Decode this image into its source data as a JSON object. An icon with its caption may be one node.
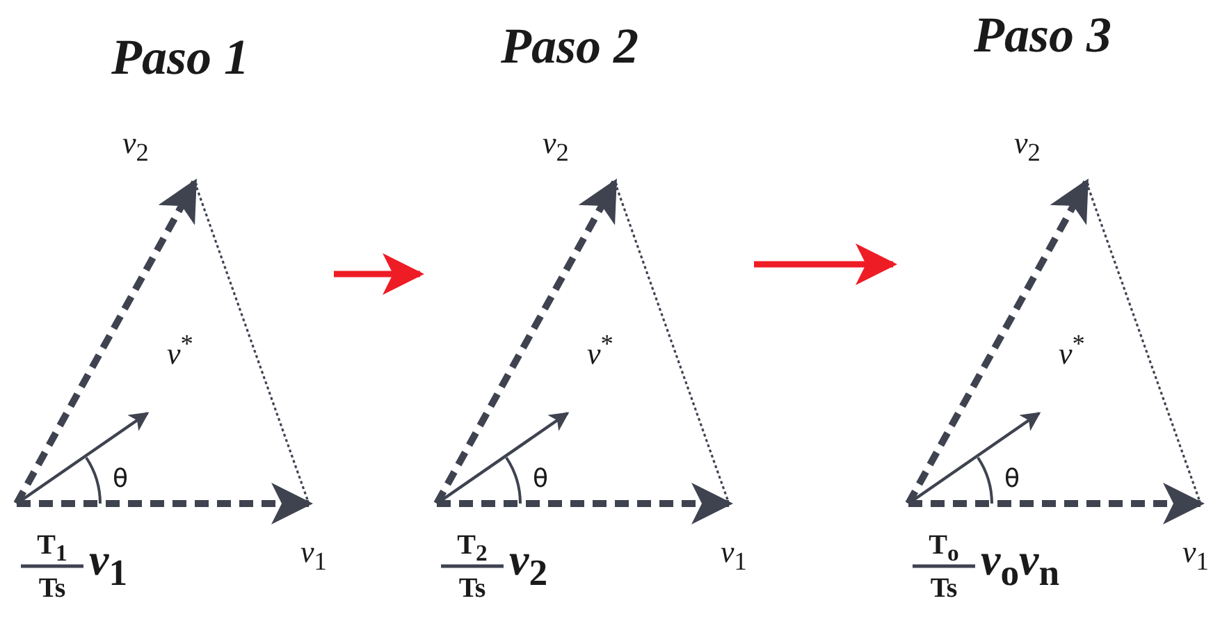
{
  "diagram": {
    "nodes": [
      {
        "text": [
          "Paso 1"
        ]
      },
      {
        "text": [
          "Paso 2"
        ]
      },
      {
        "text": [
          "Paso 3"
        ]
      }
    ],
    "edges": [
      {
        "from": 0,
        "to": 1,
        "arrow": "to"
      },
      {
        "from": 1,
        "to": 2,
        "arrow": "to"
      }
    ],
    "labels": [
      "*v*$_{2}$",
      "*v*$^{*}$",
      "θ",
      "T$_{1}$",
      "Ts",
      "*v*$_{1}$",
      "*v*$_{1}$",
      "*v*$_{2}$",
      "*v*$^{*}$",
      "θ",
      "T$_{2}$",
      "Ts",
      "*v*$_{2}$",
      "*v*$_{1}$",
      "*v*$_{2}$",
      "*v*$^{*}$",
      "θ",
      "T$_{o}$",
      "Ts",
      "*v*$_{o}$*v*$_{n}$",
      "*v*$_{1}$"
    ]
  }
}
